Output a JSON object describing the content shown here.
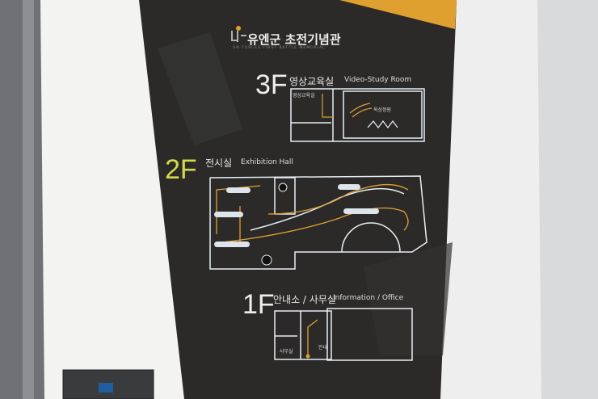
{
  "sign": {
    "title_ko": "유엔군 초전기념관",
    "title_en": "UN FORCES FIRST BATTLE MEMORIAL",
    "floors": [
      {
        "level": "3F",
        "name_ko": "영상교육실",
        "name_en": "Video-Study Room",
        "rooms": [
          "영상교육실",
          "옥상정원"
        ]
      },
      {
        "level": "2F",
        "name_ko": "전시실",
        "name_en": "Exhibition Hall"
      },
      {
        "level": "1F",
        "name_ko": "안내소 / 사무실",
        "name_en": "Information / Office",
        "rooms": [
          "사무실",
          "안내"
        ]
      }
    ]
  },
  "colors": {
    "panel": "#2b2a29",
    "accent": "#e0a030",
    "floor2": "#d6d94a",
    "line": "#e8eef4"
  }
}
